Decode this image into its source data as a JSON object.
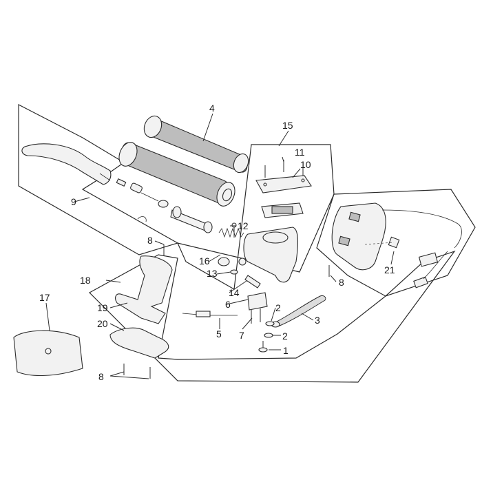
{
  "labels": {
    "p1": "1",
    "p2a": "2",
    "p2b": "2",
    "p3": "3",
    "p4": "4",
    "p5": "5",
    "p6": "6",
    "p7": "7",
    "p8a": "8",
    "p8b": "8",
    "p8c": "8",
    "p9": "9",
    "p10": "10",
    "p11": "11",
    "p12": "12",
    "p13": "13",
    "p14": "14",
    "p15": "15",
    "p16": "16",
    "p17": "17",
    "p18": "18",
    "p19": "19",
    "p20": "20",
    "p21": "21"
  }
}
